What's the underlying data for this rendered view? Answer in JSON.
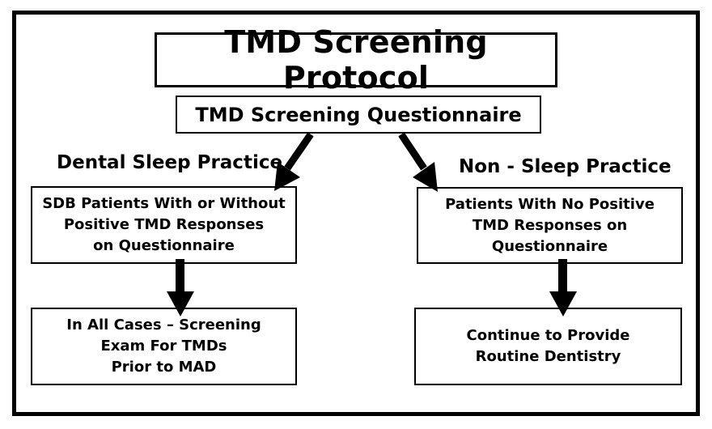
{
  "title": "TMD Screening Protocol",
  "questionnaire": "TMD Screening Questionnaire",
  "left_branch": {
    "heading": "Dental Sleep Practice",
    "box1": "SDB Patients With or Without\nPositive TMD Responses\non Questionnaire",
    "box2": "In All Cases – Screening\nExam For TMDs\nPrior to MAD"
  },
  "right_branch": {
    "heading": "Non - Sleep Practice",
    "box1": "Patients With No Positive\nTMD Responses on\nQuestionnaire",
    "box2": "Continue to Provide\nRoutine Dentistry"
  },
  "colors": {
    "stroke": "#000000",
    "background": "#ffffff"
  }
}
